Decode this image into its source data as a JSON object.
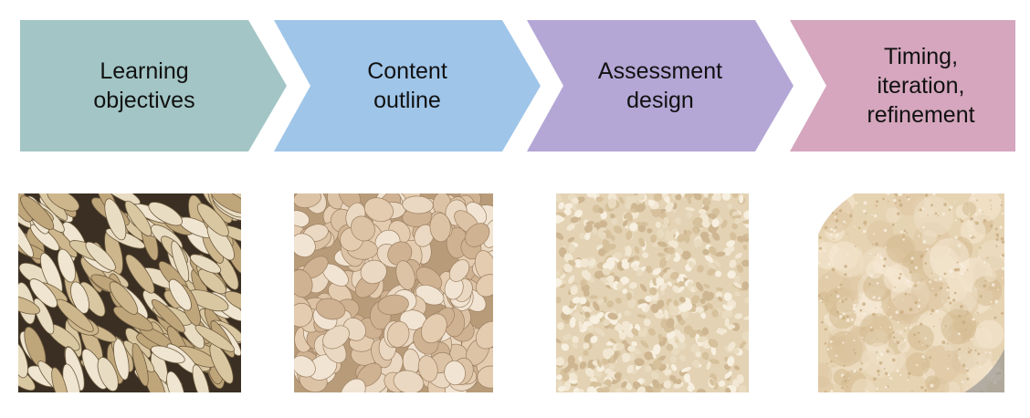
{
  "steps": [
    {
      "label": "Learning\nobjectives",
      "color": "#a3c5c5",
      "icon": "whole-oat-grains"
    },
    {
      "label": "Content\noutline",
      "color": "#9fc5e8",
      "icon": "rolled-oats"
    },
    {
      "label": "Assessment\ndesign",
      "color": "#b4a7d6",
      "icon": "quick-oats"
    },
    {
      "label": "Timing,\niteration,\nrefinement",
      "color": "#d5a6bd",
      "icon": "oat-flour"
    }
  ]
}
